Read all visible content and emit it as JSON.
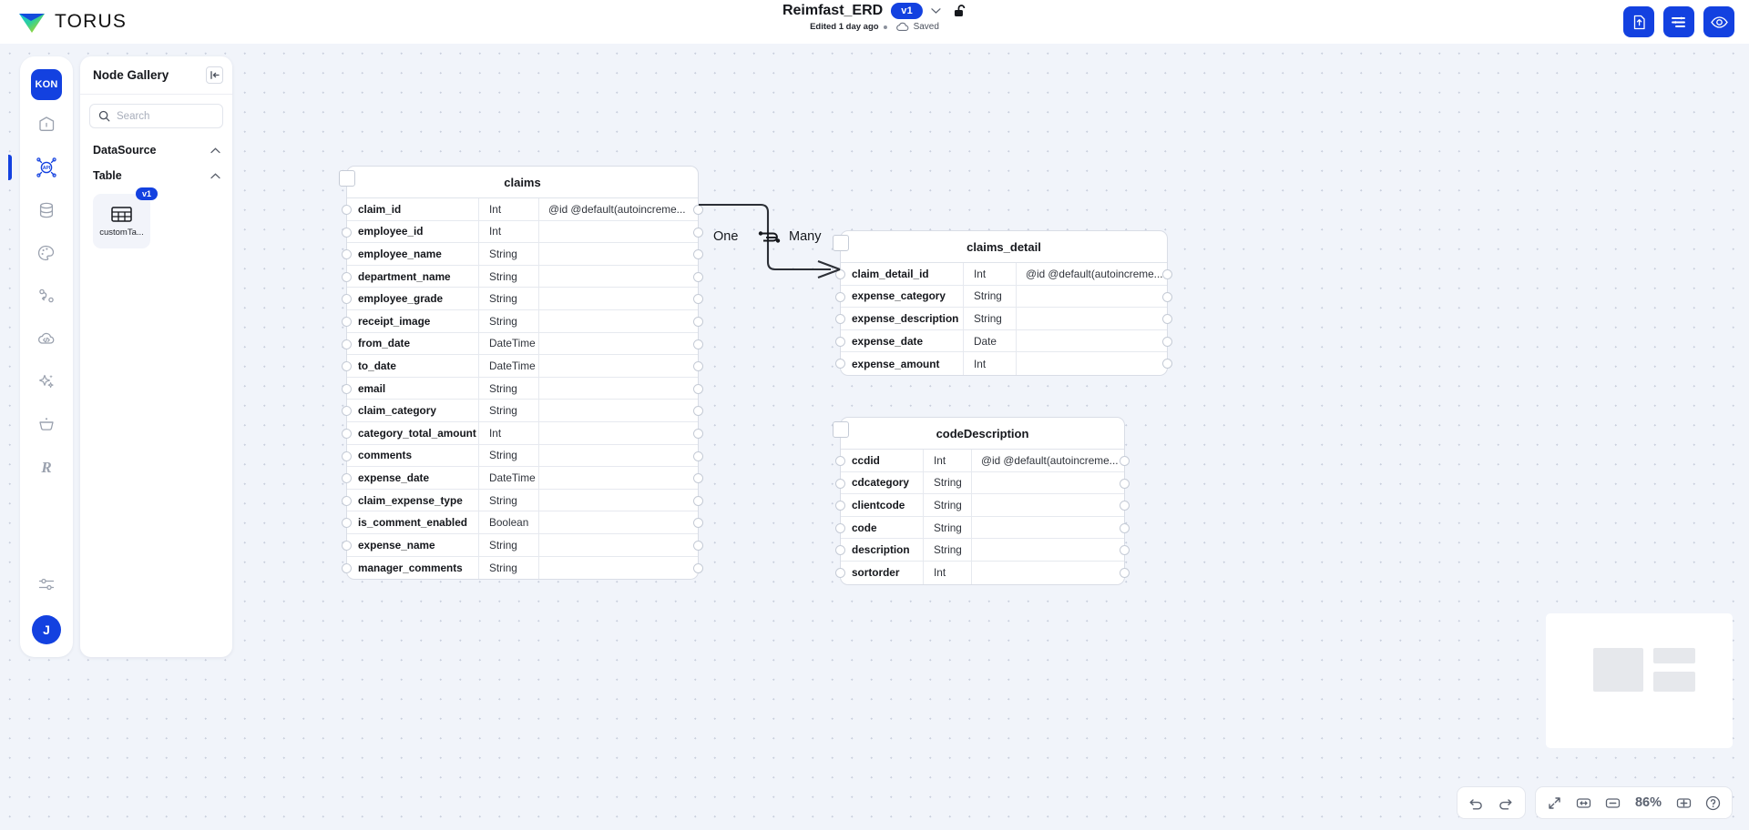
{
  "brand": {
    "name": "TORUS",
    "logo_icon": "torus-logo-icon"
  },
  "header": {
    "doc_title": "Reimfast_ERD",
    "version_badge": "v1",
    "version_chevron_icon": "chevron-down-icon",
    "lock_icon": "unlock-icon",
    "edited_text": "Edited 1 day ago",
    "saved_text": "Saved",
    "saved_icon": "cloud-icon",
    "actions": [
      {
        "name": "export-file-button",
        "icon": "file-upload-icon"
      },
      {
        "name": "settings-sliders-button",
        "icon": "sliders-icon"
      },
      {
        "name": "preview-button",
        "icon": "eye-icon"
      }
    ],
    "accent_color": "#1341e0"
  },
  "rail": {
    "org_badge": "KON",
    "items": [
      {
        "name": "sidebar-item-home",
        "icon": "home-icon",
        "active": false
      },
      {
        "name": "sidebar-item-api",
        "icon": "api-icon",
        "active": true
      },
      {
        "name": "sidebar-item-database",
        "icon": "database-icon",
        "active": false
      },
      {
        "name": "sidebar-item-design",
        "icon": "palette-icon",
        "active": false
      },
      {
        "name": "sidebar-item-flow",
        "icon": "flow-icon",
        "active": false
      },
      {
        "name": "sidebar-item-cloud-code",
        "icon": "cloud-code-icon",
        "active": false
      },
      {
        "name": "sidebar-item-ai",
        "icon": "sparkles-icon",
        "active": false
      },
      {
        "name": "sidebar-item-basket",
        "icon": "basket-icon",
        "active": false
      },
      {
        "name": "sidebar-item-reports",
        "icon": "script-r-icon",
        "active": false
      }
    ],
    "settings_icon": "settings-sliders-icon",
    "user_initial": "J"
  },
  "gallery": {
    "title": "Node Gallery",
    "collapse_icon": "collapse-panel-icon",
    "search": {
      "placeholder": "Search",
      "value": "",
      "icon": "search-icon"
    },
    "sections": [
      {
        "label": "DataSource",
        "expanded": true,
        "nodes": []
      },
      {
        "label": "Table",
        "expanded": true,
        "nodes": [
          {
            "label": "customTa...",
            "badge": "v1",
            "icon": "table-icon"
          }
        ]
      }
    ]
  },
  "diagram": {
    "tables": [
      {
        "name": "claims",
        "columns": [
          {
            "name": "claim_id",
            "type": "Int",
            "attr": "@id @default(autoincreme..."
          },
          {
            "name": "employee_id",
            "type": "Int",
            "attr": ""
          },
          {
            "name": "employee_name",
            "type": "String",
            "attr": ""
          },
          {
            "name": "department_name",
            "type": "String",
            "attr": ""
          },
          {
            "name": "employee_grade",
            "type": "String",
            "attr": ""
          },
          {
            "name": "receipt_image",
            "type": "String",
            "attr": ""
          },
          {
            "name": "from_date",
            "type": "DateTime",
            "attr": ""
          },
          {
            "name": "to_date",
            "type": "DateTime",
            "attr": ""
          },
          {
            "name": "email",
            "type": "String",
            "attr": ""
          },
          {
            "name": "claim_category",
            "type": "String",
            "attr": ""
          },
          {
            "name": "category_total_amount",
            "type": "Int",
            "attr": ""
          },
          {
            "name": "comments",
            "type": "String",
            "attr": ""
          },
          {
            "name": "expense_date",
            "type": "DateTime",
            "attr": ""
          },
          {
            "name": "claim_expense_type",
            "type": "String",
            "attr": ""
          },
          {
            "name": "is_comment_enabled",
            "type": "Boolean",
            "attr": ""
          },
          {
            "name": "expense_name",
            "type": "String",
            "attr": ""
          },
          {
            "name": "manager_comments",
            "type": "String",
            "attr": ""
          }
        ]
      },
      {
        "name": "claims_detail",
        "columns": [
          {
            "name": "claim_detail_id",
            "type": "Int",
            "attr": "@id @default(autoincreme..."
          },
          {
            "name": "expense_category",
            "type": "String",
            "attr": ""
          },
          {
            "name": "expense_description",
            "type": "String",
            "attr": ""
          },
          {
            "name": "expense_date",
            "type": "Date",
            "attr": ""
          },
          {
            "name": "expense_amount",
            "type": "Int",
            "attr": ""
          }
        ]
      },
      {
        "name": "codeDescription",
        "columns": [
          {
            "name": "ccdid",
            "type": "Int",
            "attr": "@id @default(autoincreme..."
          },
          {
            "name": "cdcategory",
            "type": "String",
            "attr": ""
          },
          {
            "name": "clientcode",
            "type": "String",
            "attr": ""
          },
          {
            "name": "code",
            "type": "String",
            "attr": ""
          },
          {
            "name": "description",
            "type": "String",
            "attr": ""
          },
          {
            "name": "sortorder",
            "type": "Int",
            "attr": ""
          }
        ]
      }
    ],
    "relations": [
      {
        "from": "claims",
        "to": "claims_detail",
        "source_label": "One",
        "target_label": "Many",
        "icon": "relation-swap-icon"
      }
    ]
  },
  "bottom_toolbar": {
    "undo_icon": "undo-icon",
    "redo_icon": "redo-icon",
    "fit_screen_icon": "fit-screen-icon",
    "fit_width_icon": "fit-width-icon",
    "zoom_out_icon": "zoom-out-icon",
    "zoom_level": "86%",
    "zoom_in_icon": "zoom-in-icon",
    "help_icon": "help-icon"
  },
  "minimap": {
    "name": "minimap"
  }
}
